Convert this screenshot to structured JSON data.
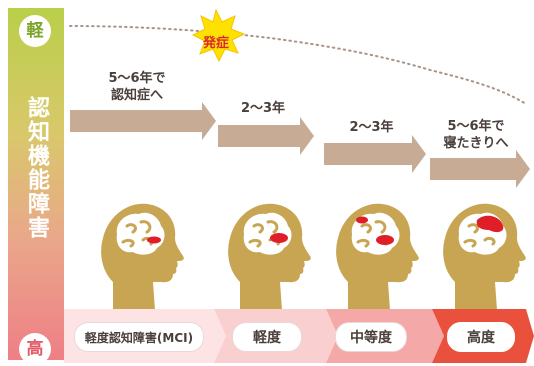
{
  "axis": {
    "title": "認知機能障害",
    "top_label": "軽",
    "bottom_label": "高"
  },
  "onset_label": "発症",
  "progression": [
    {
      "label_line1": "5～6年で",
      "label_line2": "認知症へ"
    },
    {
      "label_line1": "2～3年",
      "label_line2": ""
    },
    {
      "label_line1": "2～3年",
      "label_line2": ""
    },
    {
      "label_line1": "5～6年で",
      "label_line2": "寝たきりへ"
    }
  ],
  "stages": [
    {
      "label": "軽度認知障害(MCI)"
    },
    {
      "label": "軽度"
    },
    {
      "label": "中等度"
    },
    {
      "label": "高度"
    }
  ],
  "colors": {
    "arrow": "#c8ab95",
    "head": "#c7a552",
    "lesion": "#e01e28",
    "axis_top": "#b9cf4a",
    "axis_bottom": "#ef7f86",
    "stage_bands": [
      "#fde3e3",
      "#f9cfcf",
      "#f4a8a8",
      "#e9513c"
    ]
  }
}
